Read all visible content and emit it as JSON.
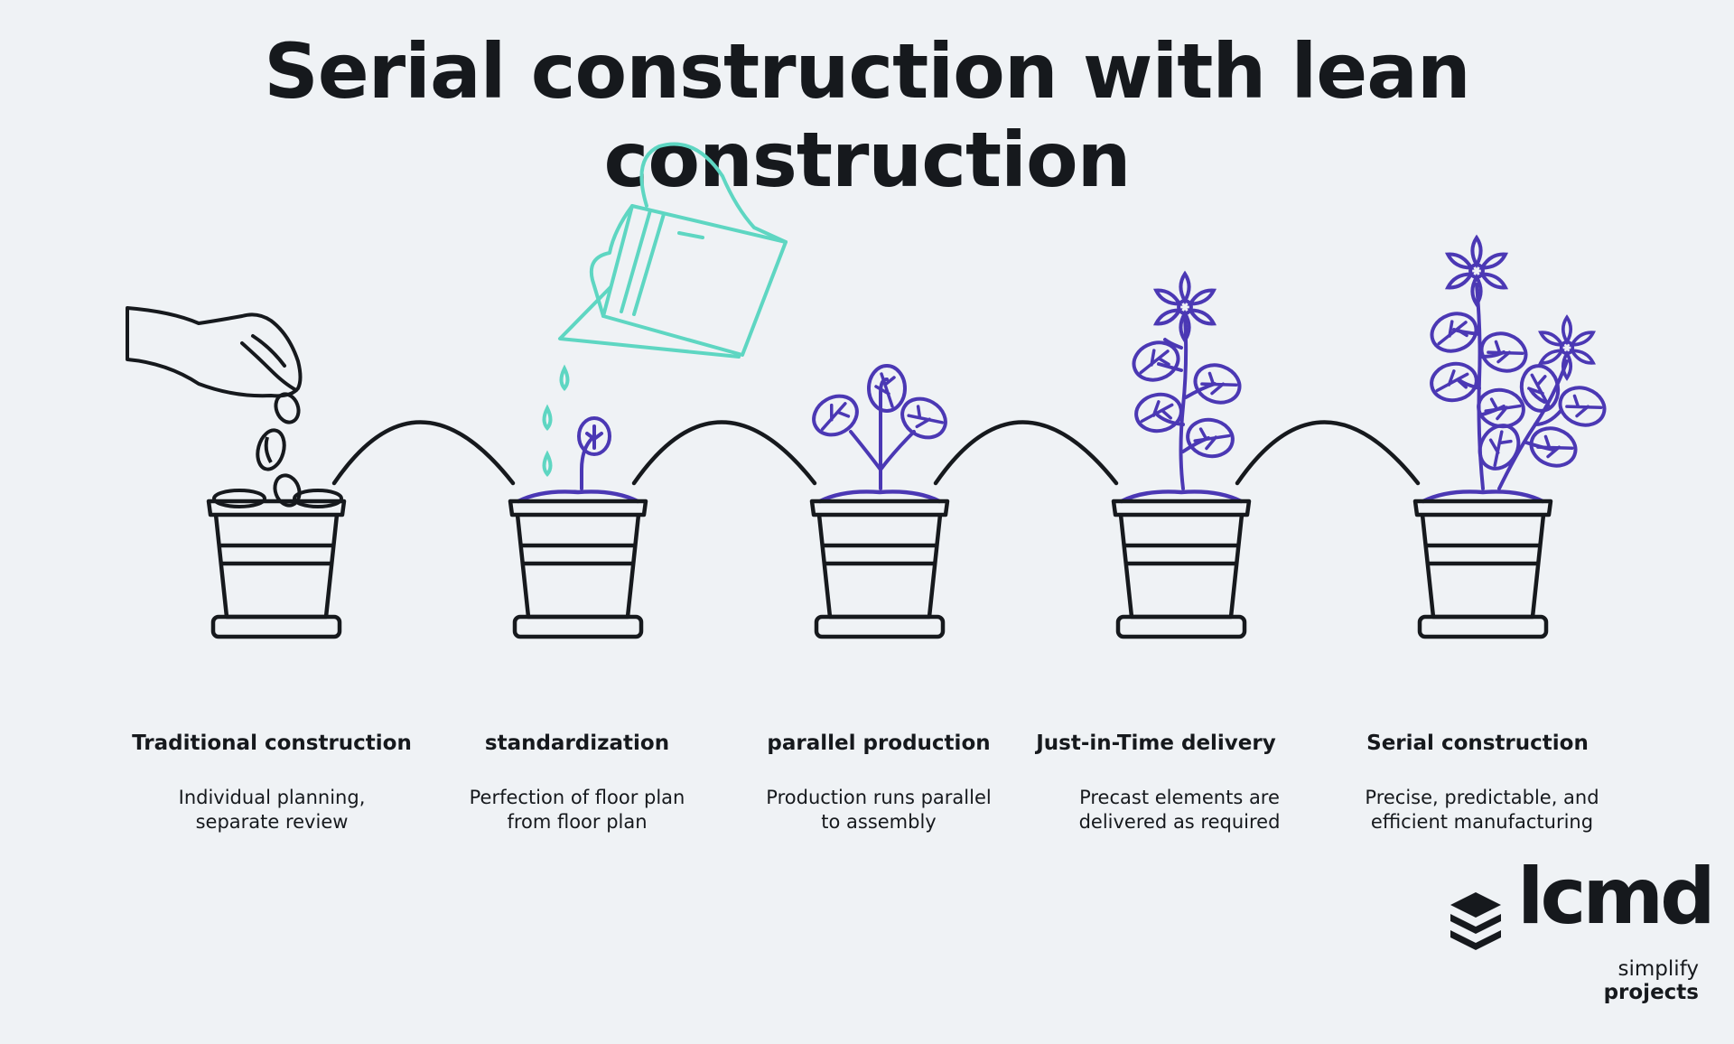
{
  "title": "Serial construction with lean construction",
  "colors": {
    "background": "#eff2f5",
    "ink": "#16191d",
    "plant": "#4b38b4",
    "watering_can": "#5ed6c2"
  },
  "stages": [
    {
      "label": "Traditional construction",
      "desc1": "Individual planning,",
      "desc2": "separate review"
    },
    {
      "label": "standardization",
      "desc1": "Perfection of floor plan",
      "desc2": "from floor plan"
    },
    {
      "label": "parallel production",
      "desc1": "Production runs parallel",
      "desc2": "to assembly"
    },
    {
      "label": "Just-in-Time delivery",
      "desc1": "Precast elements are",
      "desc2": "delivered as required"
    },
    {
      "label": "Serial construction",
      "desc1": "Precise, predictable, and",
      "desc2": "efficient manufacturing"
    }
  ],
  "logo": {
    "wordmark": "lcmd",
    "tagline_regular": "simplify",
    "tagline_bold": "projects",
    "icon": "stacked-layers-icon"
  }
}
